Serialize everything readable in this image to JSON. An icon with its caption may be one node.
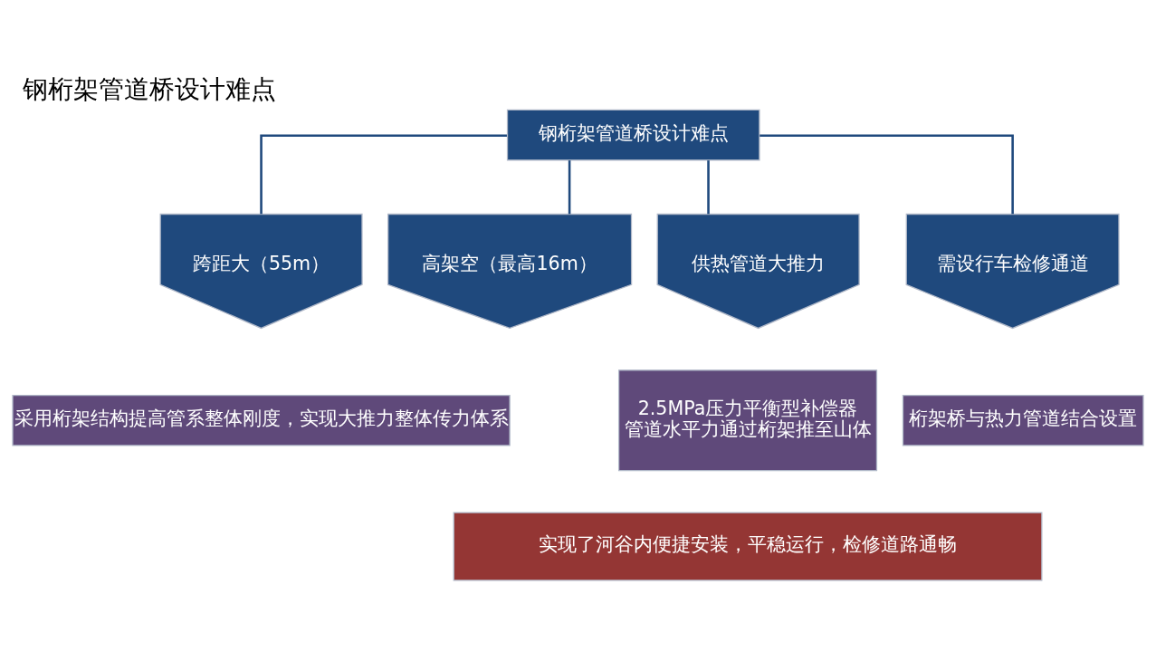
{
  "diagram": {
    "title": "钢桁架管道桥设计难点",
    "nodes": [
      {
        "text": [
          "钢桁架管道桥设计难点"
        ]
      },
      {
        "text": [
          "跨距大（55m）"
        ]
      },
      {
        "text": [
          "高架空（最高16m）"
        ]
      },
      {
        "text": [
          "供热管道大推力"
        ]
      },
      {
        "text": [
          "需设行车检修通道"
        ]
      },
      {
        "text": [
          "采用桁架结构提高管系整体刚度，实现大推力整体传力体系"
        ]
      },
      {
        "text": [
          "2.5MPa压力平衡型补偿器",
          "管道水平力通过桁架推至山体"
        ]
      },
      {
        "text": [
          "桁架桥与热力管道结合设置"
        ]
      },
      {
        "text": [
          "实现了河谷内便捷安装，平稳运行，检修道路通畅"
        ]
      }
    ],
    "edges": [
      {
        "from": 0,
        "to": 1,
        "arrow": "none"
      },
      {
        "from": 0,
        "to": 2,
        "arrow": "none"
      },
      {
        "from": 0,
        "to": 3,
        "arrow": "none"
      },
      {
        "from": 0,
        "to": 4,
        "arrow": "none"
      }
    ]
  }
}
